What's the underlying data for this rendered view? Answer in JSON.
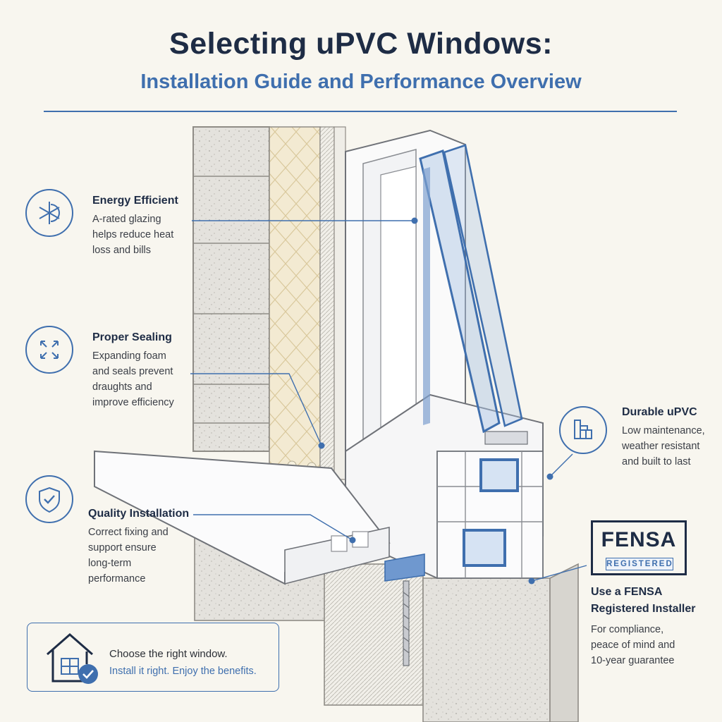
{
  "header": {
    "title": "Selecting uPVC Windows:",
    "subtitle": "Installation Guide and Performance Overview"
  },
  "callouts": {
    "energy": {
      "title": "Energy Efficient",
      "body": "A-rated glazing\nhelps reduce heat\nloss and bills",
      "icon": "snowflake-sun-icon"
    },
    "sealing": {
      "title": "Proper Sealing",
      "body": "Expanding foam\nand seals prevent\ndraughts and\nimprove efficiency",
      "icon": "expand-arrows-icon"
    },
    "quality": {
      "title": "Quality Installation",
      "body": "Correct fixing and\nsupport ensure\nlong-term\nperformance",
      "icon": "shield-check-icon"
    },
    "durable": {
      "title": "Durable uPVC",
      "body": "Low maintenance,\nweather resistant\nand built to last",
      "icon": "window-profile-icon"
    },
    "fensa": {
      "title": "Use a FENSA\nRegistered Installer",
      "body": "For compliance,\npeace of mind and\n10-year guarantee"
    }
  },
  "fensa_logo": {
    "word": "FENSA",
    "band": "REGISTERED"
  },
  "bottom_box": {
    "line1": "Choose the right window.",
    "line2": "Install it right. Enjoy the benefits.",
    "icon": "house-check-icon"
  },
  "colors": {
    "accent": "#3f6fae",
    "navy": "#1e2c45",
    "background": "#f8f6ef",
    "glass": "#8fb0d8",
    "masonry": "#e3e1dc",
    "insulation": "#f1e8cf"
  }
}
